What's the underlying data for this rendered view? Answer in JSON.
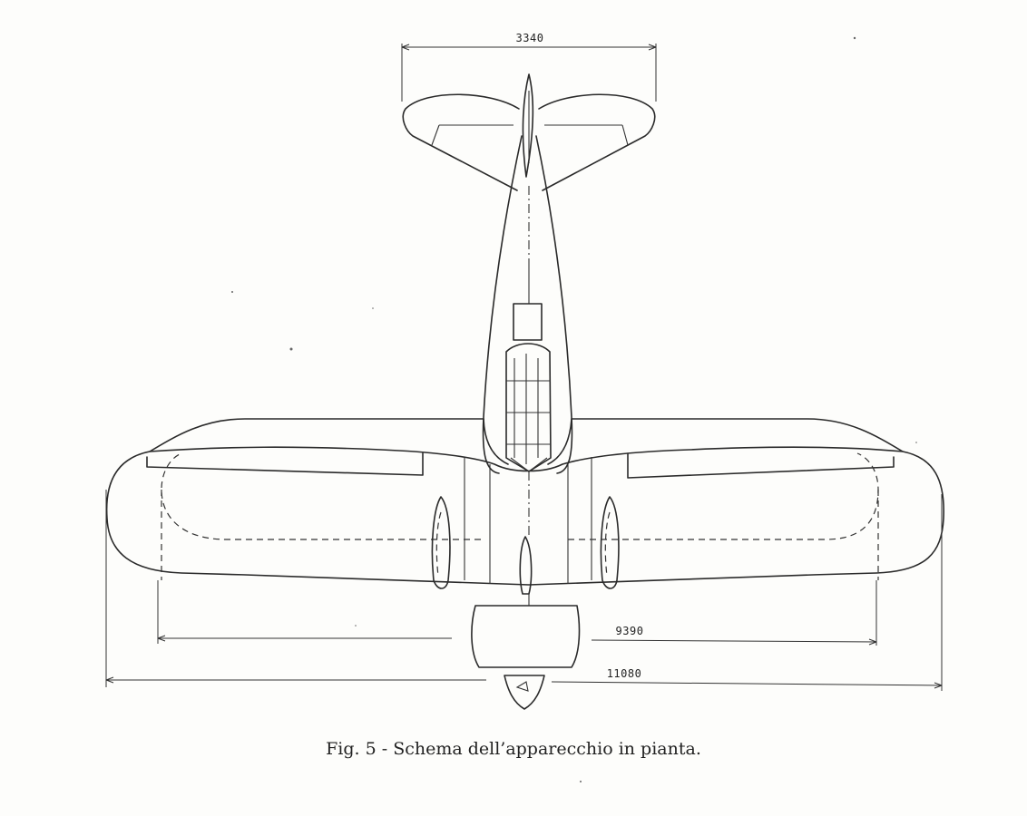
{
  "figure": {
    "caption": "Fig. 5 - Schema dell’apparecchio in pianta.",
    "dimensions": {
      "tail_span": "3340",
      "inner_span": "9390",
      "wing_span": "11080"
    }
  }
}
